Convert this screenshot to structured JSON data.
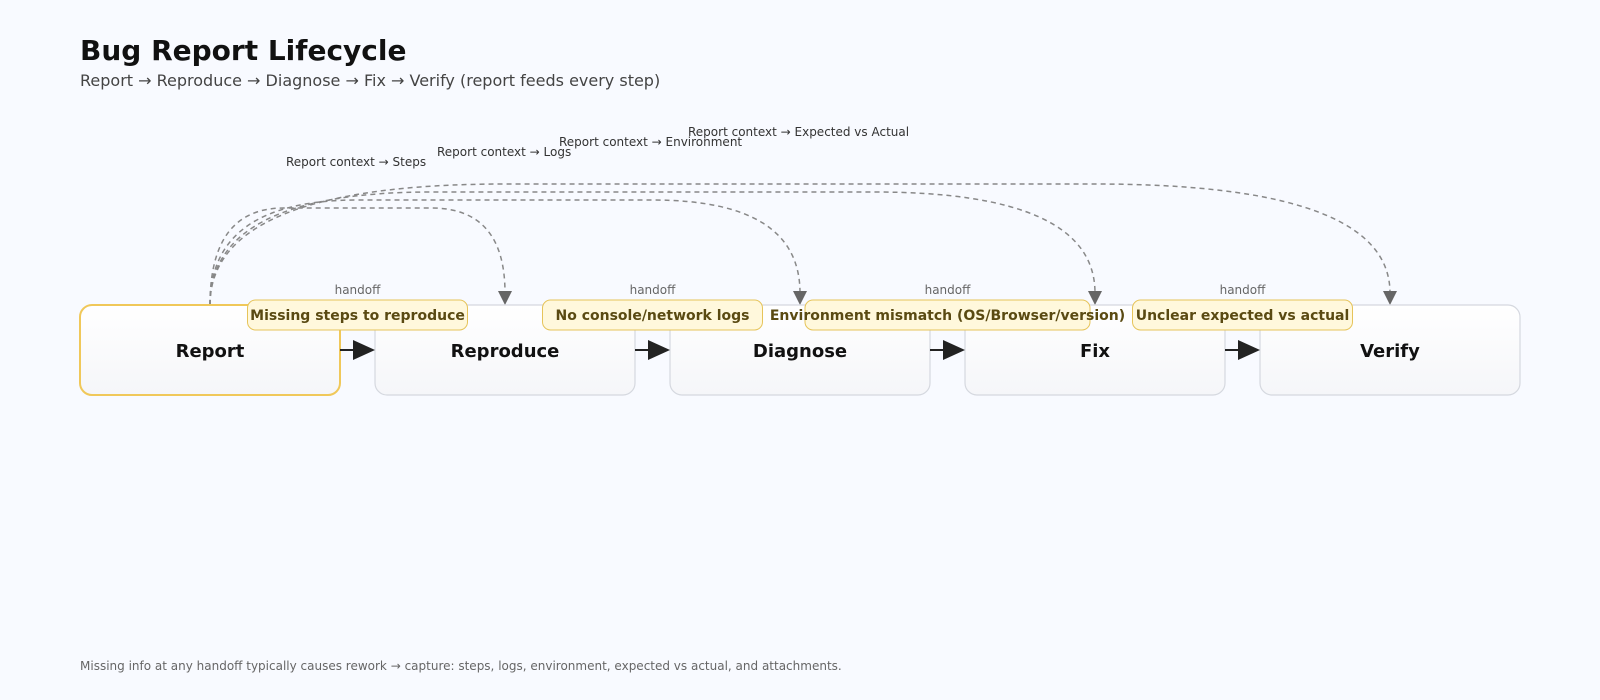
{
  "title": "Bug Report Lifecycle",
  "subtitle": "Report → Reproduce → Diagnose → Fix → Verify (report feeds every step)",
  "footer": "Missing info at any handoff typically causes rework → capture: steps, logs, environment, expected vs actual, and attachments.",
  "steps": [
    {
      "label": "Report",
      "highlighted": true
    },
    {
      "label": "Reproduce",
      "highlighted": false
    },
    {
      "label": "Diagnose",
      "highlighted": false
    },
    {
      "label": "Fix",
      "highlighted": false
    },
    {
      "label": "Verify",
      "highlighted": false
    }
  ],
  "handoffs": [
    {
      "label": "handoff",
      "problem": "Missing steps to reproduce"
    },
    {
      "label": "handoff",
      "problem": "No console/network logs"
    },
    {
      "label": "handoff",
      "problem": "Environment mismatch (OS/Browser/version)"
    },
    {
      "label": "handoff",
      "problem": "Unclear expected vs actual"
    }
  ],
  "context_links": [
    {
      "label": "Report context → Steps",
      "target_step": 1
    },
    {
      "label": "Report context → Logs",
      "target_step": 2
    },
    {
      "label": "Report context → Environment",
      "target_step": 3
    },
    {
      "label": "Report context → Expected vs Actual",
      "target_step": 4
    }
  ],
  "colors": {
    "background": "#f8faff",
    "box_border": "#d5d8df",
    "highlight_border": "#f0c85a",
    "problem_fill": "#fff8dc",
    "problem_border": "#e6c45a",
    "arrow": "#222222",
    "dashed_link": "#888888"
  }
}
